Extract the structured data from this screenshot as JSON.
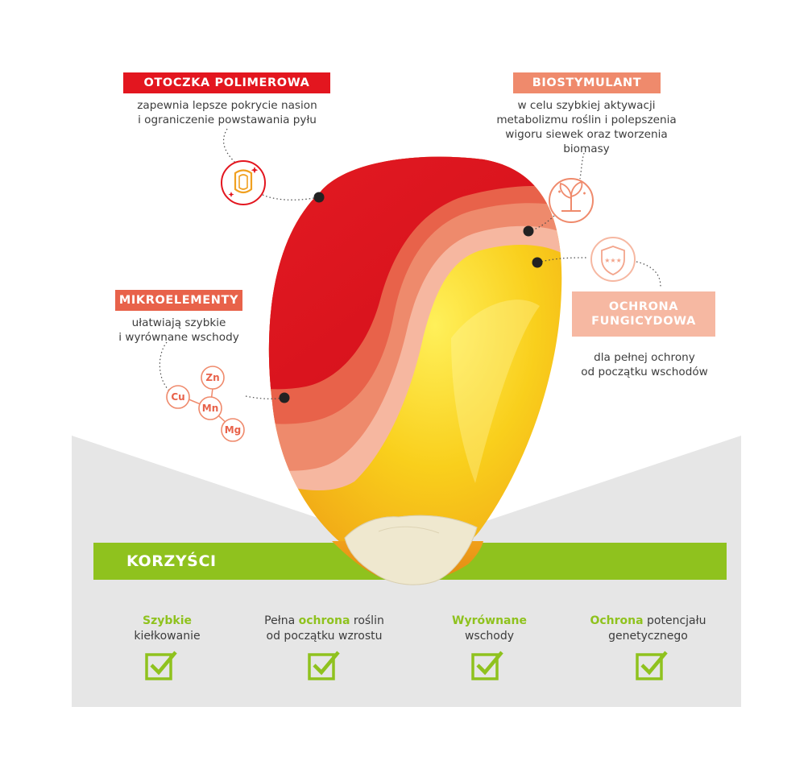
{
  "colors": {
    "red": "#e3161f",
    "salmon": "#ef8a6c",
    "peach": "#f6b8a2",
    "green": "#8fc21e",
    "grey_bg": "#e6e6e6"
  },
  "features": {
    "otoczka": {
      "label": "OTOCZKA POLIMEROWA",
      "desc": [
        "zapewnia lepsze pokrycie nasion",
        "i ograniczenie powstawania pyłu"
      ],
      "icon": "seed-sparkle-icon"
    },
    "biostymulant": {
      "label": "BIOSTYMULANT",
      "desc": [
        "w celu szybkiej aktywacji",
        "metabolizmu roślin i polepszenia",
        "wigoru siewek oraz tworzenia",
        "biomasy"
      ],
      "icon": "plant-sprout-icon"
    },
    "mikroelementy": {
      "label": "MIKROELEMENTY",
      "desc": [
        "ułatwiają szybkie",
        "i wyrównane wschody"
      ],
      "elements": [
        "Zn",
        "Cu",
        "Mn",
        "Mg"
      ]
    },
    "fungicyd": {
      "label_line1": "OCHRONA",
      "label_line2": "FUNGICYDOWA",
      "desc": [
        "dla pełnej ochrony",
        "od początku wschodów"
      ],
      "icon": "shield-stars-icon"
    }
  },
  "benefits": {
    "title": "KORZYŚCI",
    "items": [
      {
        "hl": "Szybkie",
        "pre": "",
        "post": "",
        "line2": "kiełkowanie"
      },
      {
        "pre": "Pełna ",
        "hl": "ochrona",
        "post": " roślin",
        "line2": "od początku wzrostu"
      },
      {
        "hl": "Wyrównane",
        "pre": "",
        "post": "",
        "line2": "wschody"
      },
      {
        "pre": "",
        "hl": "Ochrona",
        "post": " potencjału",
        "line2": "genetycznego"
      }
    ],
    "check_icon": "checkbox-check-icon"
  }
}
